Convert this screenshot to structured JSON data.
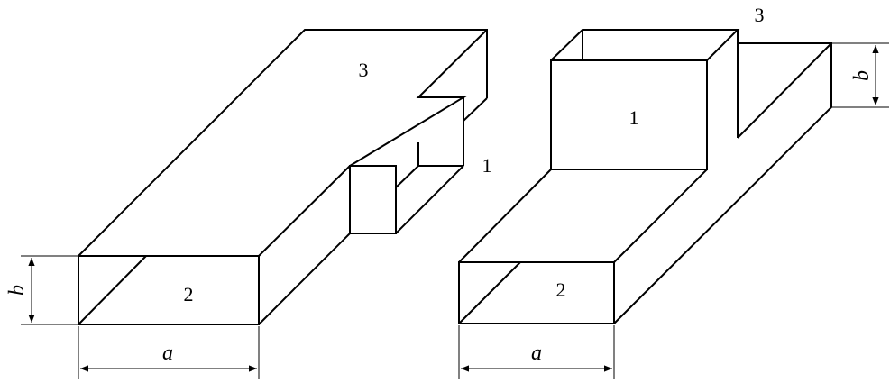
{
  "left_figure": {
    "port_labels": {
      "p1": "1",
      "p2": "2",
      "p3": "3"
    },
    "dim_width": "a",
    "dim_height": "b"
  },
  "right_figure": {
    "port_labels": {
      "p1": "1",
      "p2": "2",
      "p3": "3"
    },
    "dim_width": "a",
    "dim_height": "b"
  },
  "colors": {
    "line": "#000000",
    "background": "#ffffff"
  }
}
